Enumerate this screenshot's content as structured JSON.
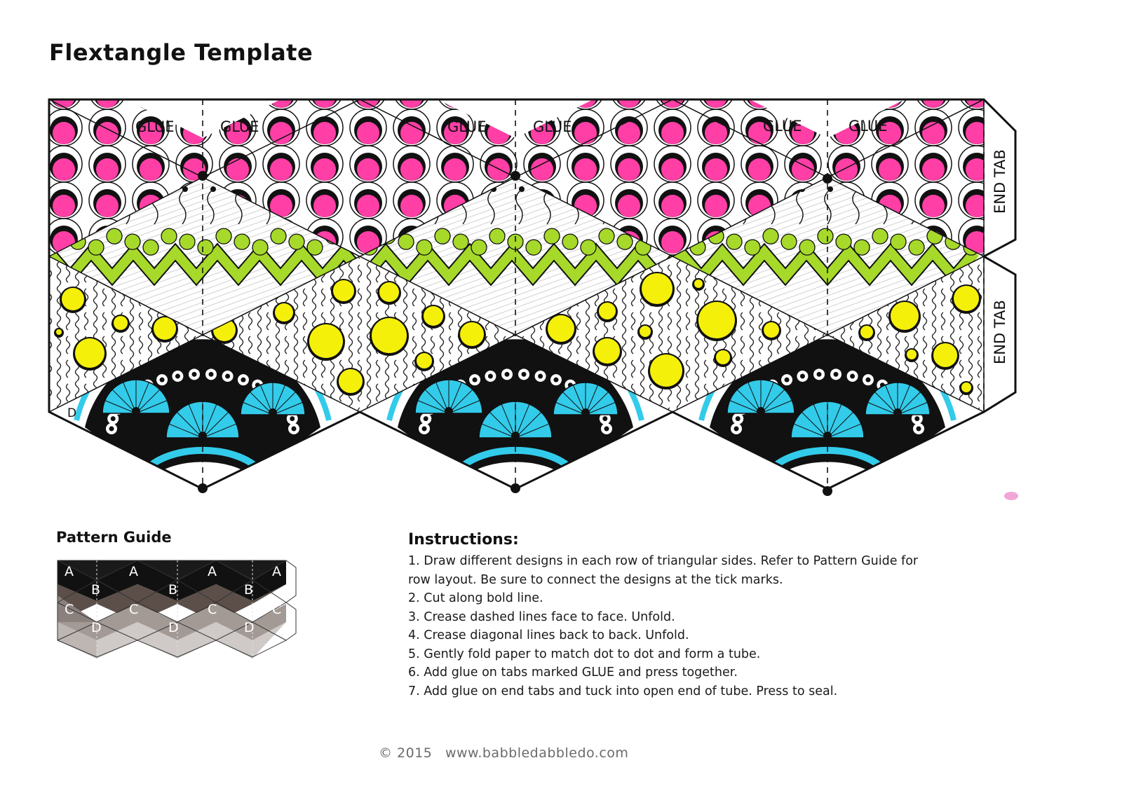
{
  "title": "Flextangle Template",
  "template": {
    "glue_label": "GLUE",
    "end_tab_label": "END TAB",
    "row_d_label": "D",
    "colors": {
      "pink": "#ff3fa6",
      "lime": "#a6d92a",
      "yellow": "#f5f00a",
      "cyan": "#33cbea",
      "ink": "#111111"
    }
  },
  "pattern_guide": {
    "title": "Pattern Guide",
    "row_a": "A",
    "row_b": "B",
    "row_c": "C",
    "row_d": "D"
  },
  "instructions": {
    "title": "Instructions:",
    "steps": [
      "1. Draw different designs in each row of triangular sides. Refer to Pattern Guide for row layout. Be sure to connect the designs at the tick marks.",
      "2. Cut along bold line.",
      "3. Crease dashed lines face to face. Unfold.",
      "4. Crease diagonal lines back to back. Unfold.",
      "5. Gently fold paper to match dot to dot and form a tube.",
      "6. Add glue on tabs marked GLUE and press together.",
      "7. Add glue on end tabs and tuck into open end of tube. Press to seal."
    ]
  },
  "footer": {
    "copyright": "© 2015",
    "url": "www.babbledabbledo.com"
  }
}
